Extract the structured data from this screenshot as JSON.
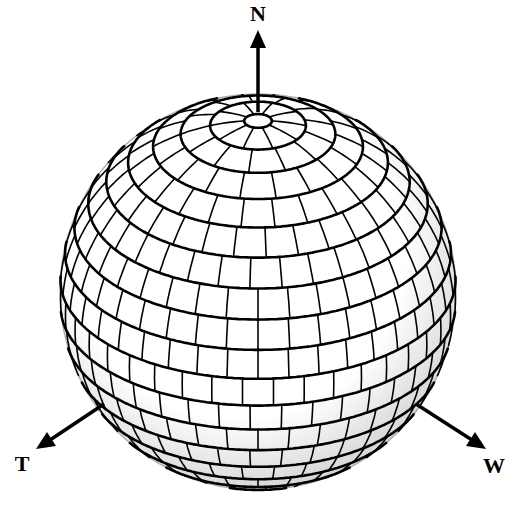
{
  "diagram": {
    "labels": [
      "N",
      "T",
      "W"
    ]
  }
}
